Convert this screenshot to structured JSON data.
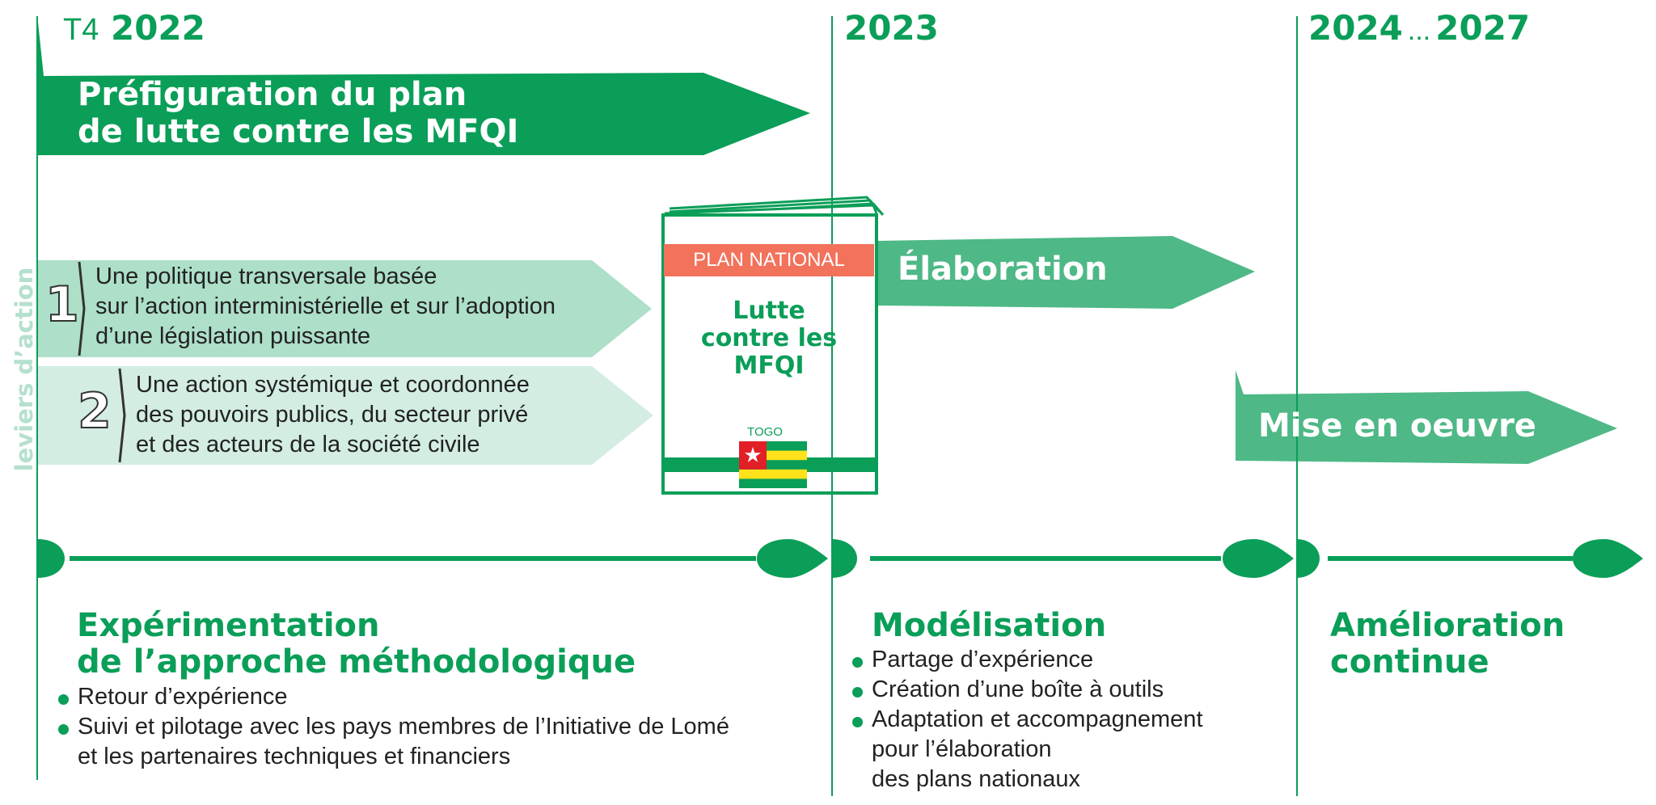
{
  "header": {
    "q4": "T4",
    "y2022": "2022",
    "y2023": "2023",
    "y2024": "2024",
    "ellipsis": "...",
    "y2027": "2027"
  },
  "prefiguration": {
    "line1": "Préfiguration du plan",
    "line2": "de lutte contre les MFQI"
  },
  "levers": {
    "vertical_label": "leviers d’action",
    "items": [
      {
        "number": "1",
        "lines": [
          "Une politique transversale basée",
          "sur l’action interministérielle et sur l’adoption",
          "d’une législation puissante"
        ]
      },
      {
        "number": "2",
        "lines": [
          "Une action systémique et coordonnée",
          "des pouvoirs publics, du secteur privé",
          "et des acteurs de la société civile"
        ]
      }
    ]
  },
  "booklet": {
    "band": "PLAN NATIONAL",
    "title_lines": [
      "Lutte",
      "contre les",
      "MFQI"
    ],
    "country": "TOGO"
  },
  "elaboration": "Élaboration",
  "mise_en_oeuvre": "Mise en oeuvre",
  "phases": [
    {
      "title_lines": [
        "Expérimentation",
        "de l’approche méthodologique"
      ],
      "bullets": [
        [
          "Retour d’expérience"
        ],
        [
          "Suivi et pilotage avec les pays membres de l’Initiative de Lomé",
          "et les partenaires techniques et financiers"
        ]
      ]
    },
    {
      "title_lines": [
        "Modélisation"
      ],
      "bullets": [
        [
          "Partage d’expérience"
        ],
        [
          "Création d’une boîte à outils"
        ],
        [
          "Adaptation et accompagnement",
          "pour l’élaboration",
          "des plans nationaux"
        ]
      ]
    },
    {
      "title_lines": [
        "Amélioration",
        "continue"
      ],
      "bullets": []
    }
  ],
  "colors": {
    "dark_green": "#0a9e58",
    "medium_green": "#4eb886",
    "light_green_1": "#addfc9",
    "light_green_2": "#d3ede2",
    "salmon": "#f2725b",
    "flag_red": "#e01f26",
    "flag_yellow": "#ffe21a"
  }
}
